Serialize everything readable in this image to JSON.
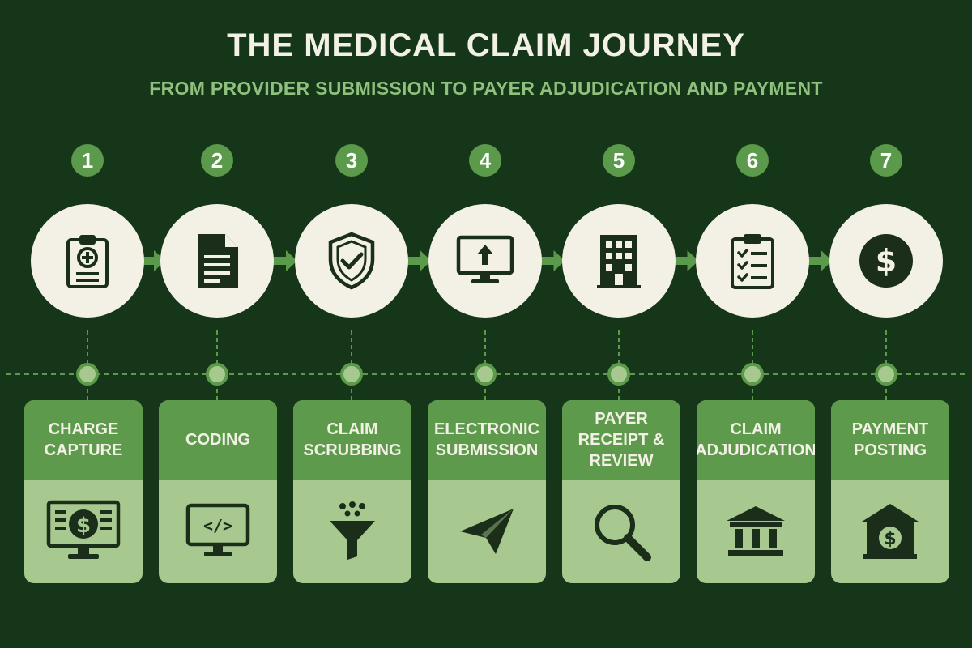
{
  "header": {
    "title": "THE MEDICAL CLAIM JOURNEY",
    "subtitle": "FROM PROVIDER SUBMISSION TO PAYER ADJUDICATION AND PAYMENT"
  },
  "colors": {
    "background": "#163619",
    "accent_green": "#5a9a4a",
    "light_green": "#a7c98f",
    "cream": "#f3f1e6",
    "dark_icon": "#1a2e1a"
  },
  "steps": [
    {
      "number": "1",
      "label_lines": [
        "CHARGE",
        "CAPTURE"
      ],
      "top_icon": "clipboard-medical-icon",
      "bottom_icon": "monitor-dollar-icon"
    },
    {
      "number": "2",
      "label_lines": [
        "CODING"
      ],
      "top_icon": "document-icon",
      "bottom_icon": "monitor-code-icon"
    },
    {
      "number": "3",
      "label_lines": [
        "CLAIM",
        "SCRUBBING"
      ],
      "top_icon": "shield-check-icon",
      "bottom_icon": "funnel-icon"
    },
    {
      "number": "4",
      "label_lines": [
        "ELECTRONIC",
        "SUBMISSION"
      ],
      "top_icon": "monitor-upload-icon",
      "bottom_icon": "paper-plane-icon"
    },
    {
      "number": "5",
      "label_lines": [
        "PAYER",
        "RECEIPT &",
        "REVIEW"
      ],
      "top_icon": "building-icon",
      "bottom_icon": "magnifier-icon"
    },
    {
      "number": "6",
      "label_lines": [
        "CLAIM",
        "ADJUDICATION"
      ],
      "top_icon": "clipboard-checklist-icon",
      "bottom_icon": "bank-icon"
    },
    {
      "number": "7",
      "label_lines": [
        "PAYMENT",
        "POSTING"
      ],
      "top_icon": "dollar-coin-icon",
      "bottom_icon": "bank-dollar-icon"
    }
  ]
}
